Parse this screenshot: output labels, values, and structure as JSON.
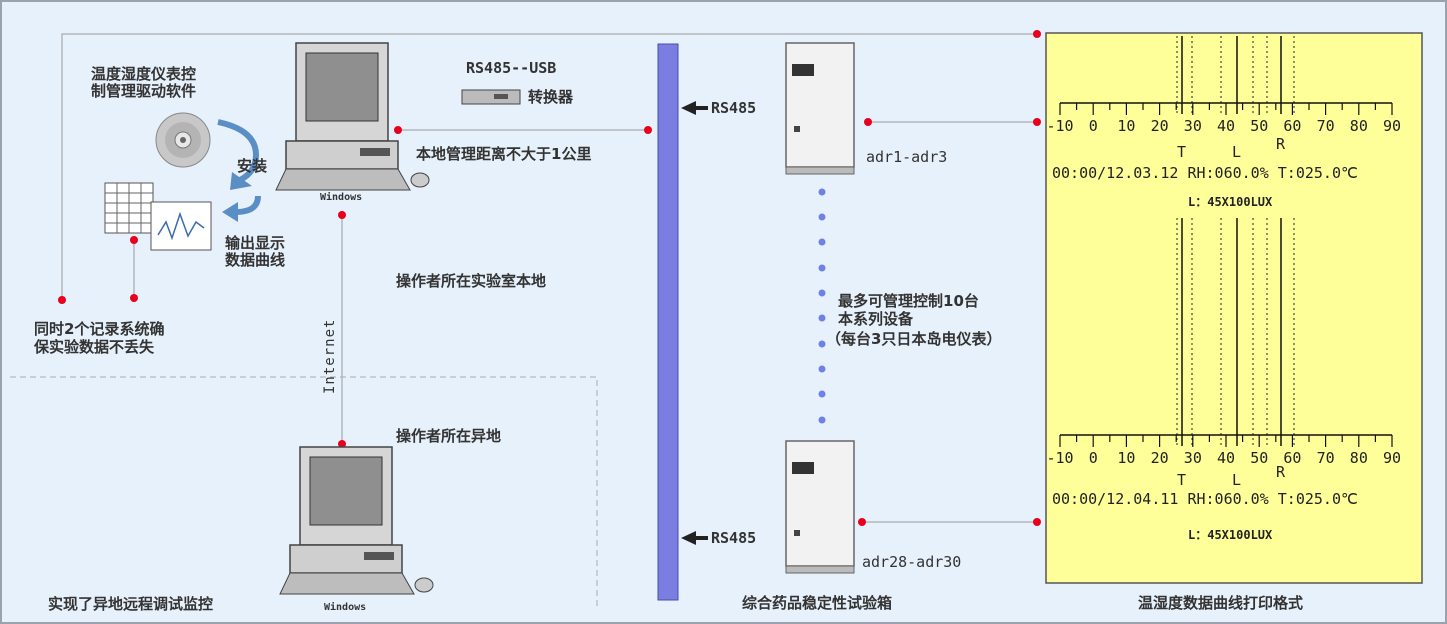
{
  "software": {
    "line1": "温度湿度仪表控",
    "line2": "制管理驱动软件"
  },
  "install_label": "安装",
  "output": {
    "line1": "输出显示",
    "line2": "数据曲线"
  },
  "dual_record": {
    "line1": "同时2个记录系统确",
    "line2": "保实验数据不丢失"
  },
  "converter": {
    "title": "RS485--USB",
    "label": "转换器"
  },
  "local_distance": "本地管理距离不大于1公里",
  "rs485_top": "RS485",
  "rs485_bottom": "RS485",
  "local_operator": "操作者所在实验室本地",
  "remote_operator": "操作者所在异地",
  "internet_label": "Internet",
  "remote_monitor": "实现了异地远程调试监控",
  "windows_top": "Windows",
  "windows_bottom": "Windows",
  "cabinet_top_label": "adr1-adr3",
  "cabinet_bottom_label": "adr28-adr30",
  "max_devices": {
    "line1": "最多可管理控制10台",
    "line2": "本系列设备",
    "line3": "（每台3只日本岛电仪表）"
  },
  "chamber_caption": "综合药品稳定性试验箱",
  "print_caption": "温湿度数据曲线打印格式",
  "printout_top": {
    "ticks": [
      "-10",
      "0",
      "10",
      "20",
      "30",
      "40",
      "50",
      "60",
      "70",
      "80",
      "90"
    ],
    "marks": [
      "T",
      "L",
      "R"
    ],
    "status": "00:00/12.03.12 RH:060.0% T:025.0℃",
    "light": "L：45X100LUX"
  },
  "printout_bottom": {
    "ticks": [
      "-10",
      "0",
      "10",
      "20",
      "30",
      "40",
      "50",
      "60",
      "70",
      "80",
      "90"
    ],
    "marks": [
      "T",
      "L",
      "R"
    ],
    "status": "00:00/12.04.11 RH:060.0% T:025.0℃",
    "light": "L：45X100LUX"
  },
  "colors": {
    "panel_bg": "#e7f1fb",
    "printout_bg": "#ffff99",
    "bus": "#7b7de0",
    "dot_red": "#e8001c",
    "dot_blue": "#6f80e6"
  }
}
